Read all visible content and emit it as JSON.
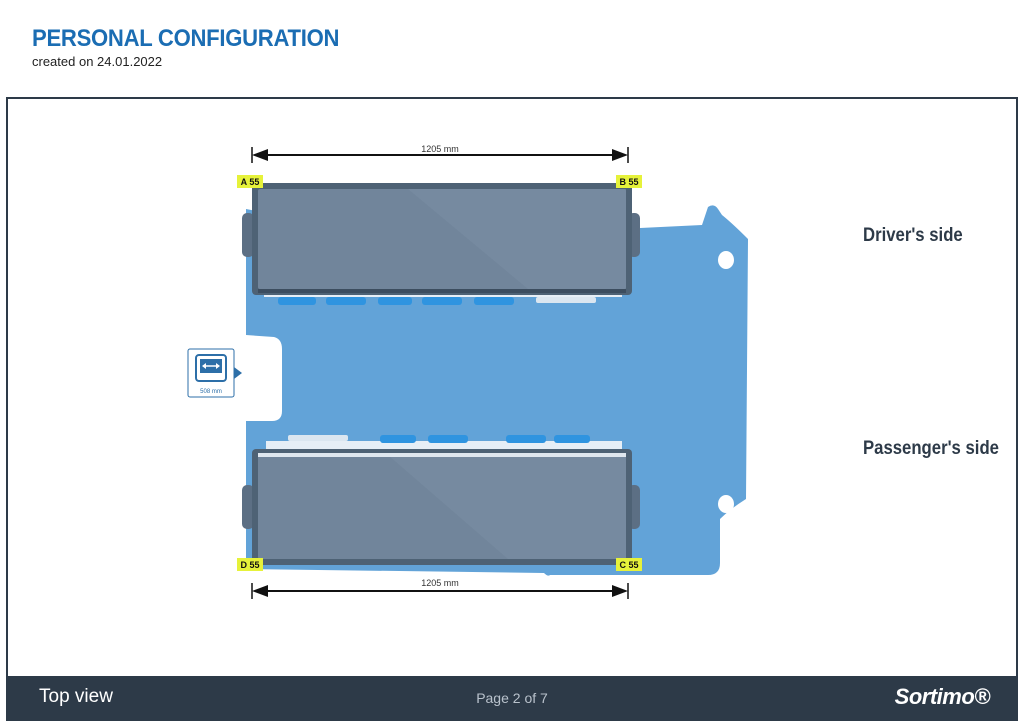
{
  "header": {
    "title": "PERSONAL CONFIGURATION",
    "created": "created on 24.01.2022"
  },
  "plan": {
    "top_dimension": "1205 mm",
    "bottom_dimension": "1205 mm",
    "width_badge": "508 mm",
    "corner_labels": {
      "a": "A 55",
      "b": "B 55",
      "c": "C 55",
      "d": "D 55"
    },
    "drivers_side": "Driver's side",
    "passengers_side": "Passenger's side"
  },
  "footer": {
    "view": "Top view",
    "page": "Page 2 of 7",
    "brand": "Sortimo®"
  },
  "colors": {
    "brand_blue": "#1b6db3",
    "floor_blue": "#62a3d8",
    "module_grey": "#71859b",
    "dark_navy": "#2d3a48",
    "label_yellow": "#e6f23a"
  }
}
